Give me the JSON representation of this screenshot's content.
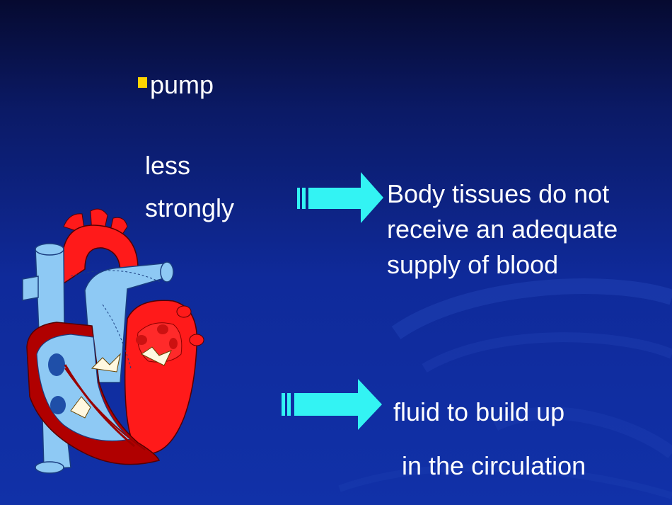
{
  "slide": {
    "bullet_text": "pump",
    "lines_left": [
      "less",
      "strongly"
    ],
    "arrow_1_text": [
      "Body tissues do not",
      "receive an adequate",
      "supply of blood"
    ],
    "arrow_2_text": [
      "fluid to build up",
      "in the circulation"
    ]
  },
  "colors": {
    "background_top": "#060a30",
    "background_bottom": "#1131a8",
    "bullet": "#ffd400",
    "arrow": "#33f3f3",
    "heart_red": "#ff1a1a",
    "heart_dark_red": "#b00000",
    "vessel_blue": "#8ec9f4"
  },
  "icons": [
    "bullet-square-icon",
    "right-arrow-icon",
    "heart-illustration"
  ]
}
